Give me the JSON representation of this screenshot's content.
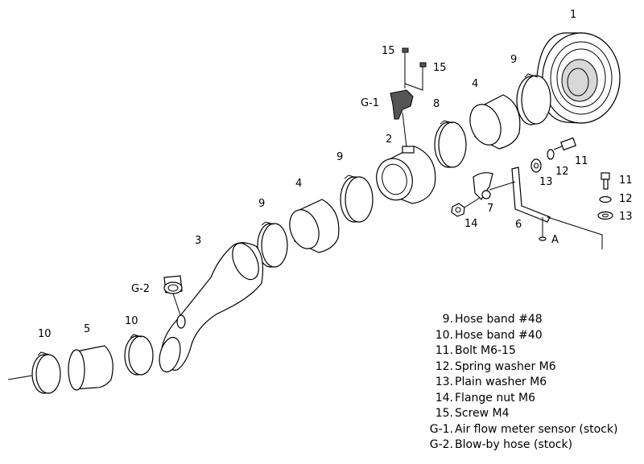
{
  "callouts": {
    "p1": "1",
    "p2": "2",
    "p3": "3",
    "p4a": "4",
    "p4b": "4",
    "p5": "5",
    "p6": "6",
    "p7": "7",
    "p8": "8",
    "p9a": "9",
    "p9b": "9",
    "p9c": "9",
    "p10a": "10",
    "p10b": "10",
    "p11a": "11",
    "p11b": "11",
    "p12a": "12",
    "p12b": "12",
    "p13a": "13",
    "p13b": "13",
    "p14": "14",
    "p15a": "15",
    "p15b": "15",
    "g1": "G-1",
    "g2": "G-2",
    "pointA": "A"
  },
  "legend": [
    {
      "no": "9.",
      "desc": "Hose band  #48"
    },
    {
      "no": "10.",
      "desc": "Hose band  #40"
    },
    {
      "no": "11.",
      "desc": "Bolt  M6-15"
    },
    {
      "no": "12.",
      "desc": "Spring washer  M6"
    },
    {
      "no": "13.",
      "desc": "Plain washer  M6"
    },
    {
      "no": "14.",
      "desc": "Flange nut  M6"
    },
    {
      "no": "15.",
      "desc": "Screw  M4"
    },
    {
      "no": "G-1.",
      "desc": "Air flow meter sensor (stock)"
    },
    {
      "no": "G-2.",
      "desc": "Blow-by hose (stock)"
    }
  ]
}
